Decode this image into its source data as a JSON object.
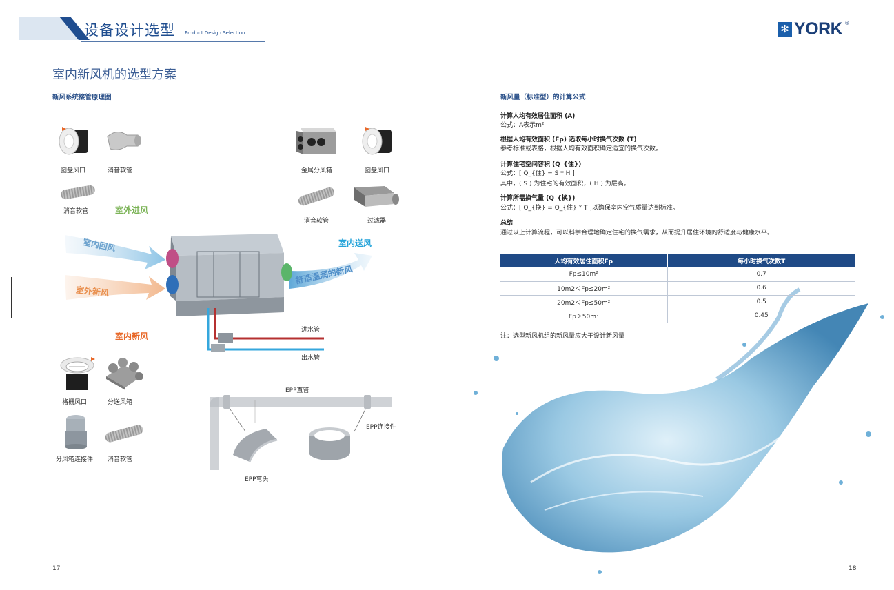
{
  "header": {
    "title": "设备设计选型",
    "subtitle": "Product Design Selection",
    "logo_text": "YORK",
    "logo_mark": "®",
    "accent": "#1f4d8f"
  },
  "left": {
    "page_title": "室内新风机的选型方案",
    "section_title": "新风系统接管原理图",
    "components_top_left": [
      "圆盘风口",
      "消音软管",
      "消音软管"
    ],
    "components_top_right": [
      "金属分风箱",
      "圆盘风口",
      "消音软管",
      "过滤器"
    ],
    "components_bottom_left": [
      "格栅风口",
      "分送风箱",
      "分风箱连接件",
      "消音软管"
    ],
    "flow_labels": {
      "outdoor_in": "室外进风",
      "indoor_return": "室内回风",
      "outdoor_fresh": "室外新风",
      "indoor_supply": "室内送风",
      "comfortable": "舒适温润的新风",
      "indoor_fresh": "室内新风"
    },
    "pipes": {
      "water_in": "进水管",
      "water_out": "出水管"
    },
    "epp": {
      "straight": "EPP直管",
      "connector": "EPP连接件",
      "elbow": "EPP弯头"
    },
    "page_number": "17"
  },
  "right": {
    "section_title": "新风量（标准型）的计算公式",
    "steps": [
      {
        "title": "计算人均有效居住面积 (A)",
        "lines": [
          "公式：A表示m²"
        ]
      },
      {
        "title": "根据人均有效面积 (Fp) 选取每小时换气次数 (T)",
        "lines": [
          "参考标准或表格，根据人均有效面积确定适宜的换气次数。"
        ]
      },
      {
        "title": "计算住宅空间容积 (Q_{住})",
        "lines": [
          "公式：[ Q_{住} = S * H ]",
          "其中，( S ) 为住宅的有效面积，( H ) 为层高。"
        ]
      },
      {
        "title": "计算所需换气量 (Q_{换})",
        "lines": [
          "公式：[ Q_{换} = Q_{住} * T ]以确保室内空气质量达到标准。"
        ]
      },
      {
        "title": "总结",
        "lines": [
          "通过以上计算流程，可以科学合理地确定住宅的换气需求，从而提升居住环境的舒适度与健康水平。"
        ]
      }
    ],
    "table": {
      "headers": [
        "人均有效居住面积Fp",
        "每小时换气次数T"
      ],
      "rows": [
        [
          "Fp≤10m²",
          "0.7"
        ],
        [
          "10m2＜Fp≤20m²",
          "0.6"
        ],
        [
          "20m2＜Fp≤50m²",
          "0.5"
        ],
        [
          "Fp＞50m²",
          "0.45"
        ]
      ]
    },
    "note": "注：选型新风机组的新风量应大于设计新风量",
    "page_number": "18"
  }
}
